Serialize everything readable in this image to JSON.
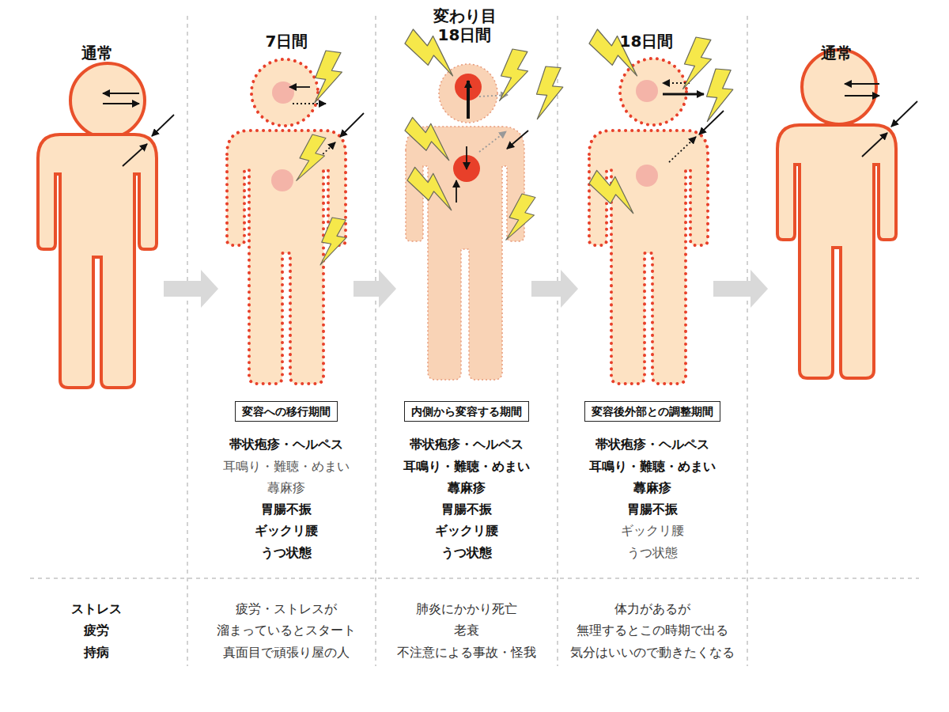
{
  "diagram": {
    "nodes": [
      {
        "text": [
          "通常"
        ]
      },
      {
        "text": [
          "7日間"
        ]
      },
      {
        "text": [
          "変わり目 18日間"
        ]
      },
      {
        "text": [
          "18日間"
        ]
      },
      {
        "text": [
          "通常"
        ]
      },
      {
        "text": [
          "変容への移行期間"
        ]
      },
      {
        "text": [
          "内側から変容する期間"
        ]
      },
      {
        "text": [
          "変容後外部との調整期間"
        ]
      }
    ],
    "edges": [
      {
        "from": 0,
        "to": 1,
        "arrow": "to"
      },
      {
        "from": 1,
        "to": 2,
        "arrow": "to"
      },
      {
        "from": 2,
        "to": 3,
        "arrow": "to"
      },
      {
        "from": 3,
        "to": 4,
        "arrow": "to"
      }
    ],
    "labels": [
      "帯状疱疹・ヘルペス",
      "耳鳴り・難聴・めまい",
      "蕁麻疹",
      "胃腸不振",
      "ギックリ腰",
      "うつ状態",
      "帯状疱疹・ヘルペス",
      "耳鳴り・難聴・めまい",
      "蕁麻疹",
      "胃腸不振",
      "ギックリ腰",
      "うつ状態",
      "帯状疱疹・ヘルペス",
      "耳鳴り・難聴・めまい",
      "蕁麻疹",
      "胃腸不振",
      "ギックリ腰",
      "うつ状態",
      "ストレス",
      "疲労",
      "持病",
      "疲労・ストレスが",
      "溜まっているとスタート",
      "真面目で頑張り屋の人",
      "肺炎にかかり死亡",
      "老衰",
      "不注意による事故・怪我",
      "体力があるが",
      "無理するとこの時期で出る",
      "気分はいいので動きたくなる"
    ]
  }
}
